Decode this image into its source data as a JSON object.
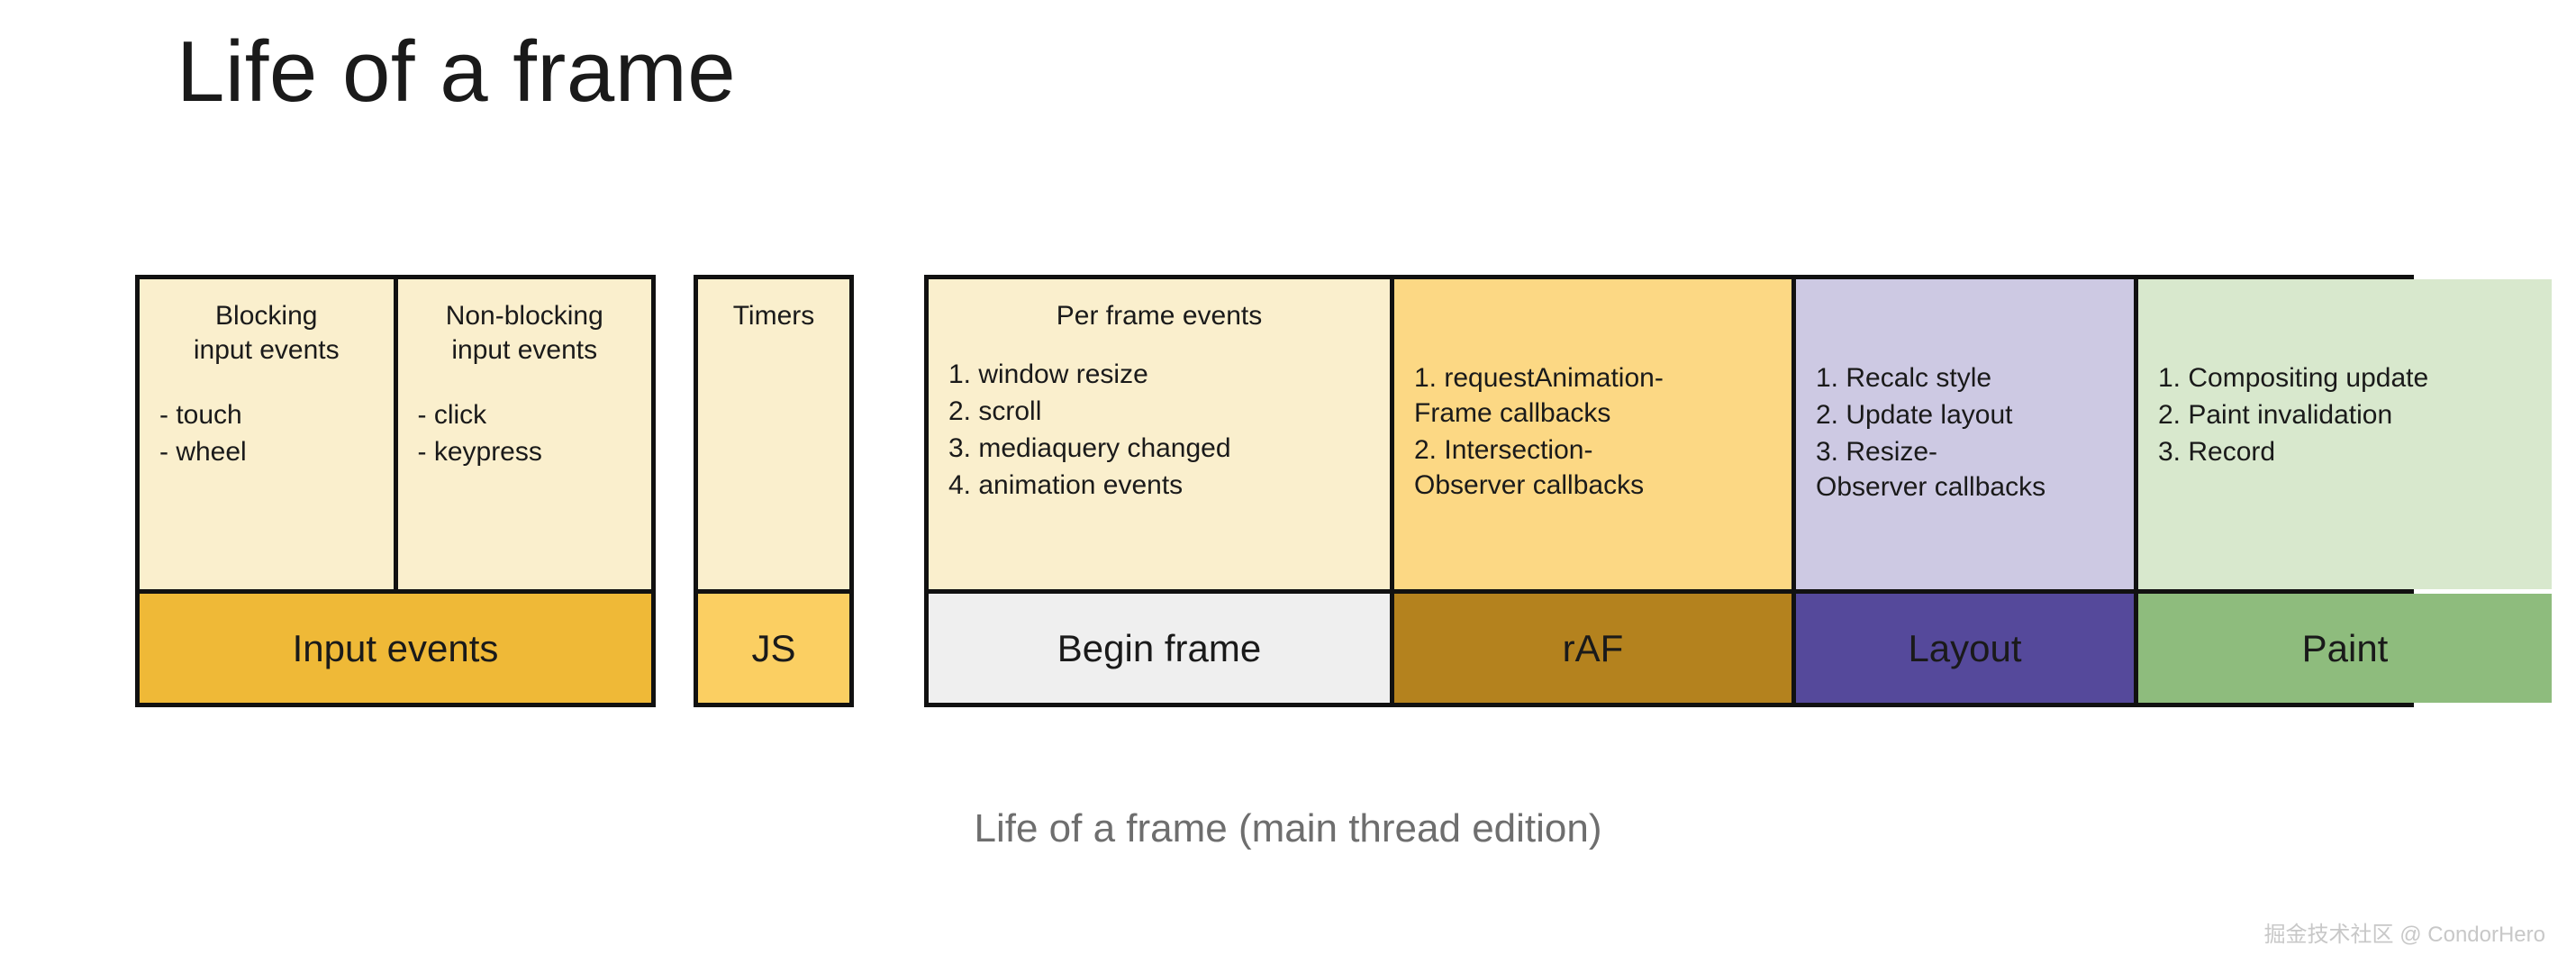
{
  "title": "Life of a frame",
  "caption": "Life of a frame (main thread edition)",
  "watermark": "掘金技术社区 @ CondorHero",
  "colors": {
    "detail_cream": "#faefcd",
    "detail_amber": "#fcd884",
    "detail_lavender": "#cdc9e3",
    "detail_mint": "#d8e8cd",
    "detail_white": "#efefef",
    "stage_input": "#efb937",
    "stage_js": "#fbcf62",
    "stage_begin_frame": "#efefef",
    "stage_raf": "#b4821e",
    "stage_layout": "#55499b",
    "stage_paint": "#8ebc7d",
    "border": "#111111",
    "text": "#1a1a1a",
    "caption_text": "#6e6e6e",
    "watermark_text": "#c8c8c8"
  },
  "groups": [
    {
      "name": "input-events",
      "details": [
        {
          "name": "blocking-input-events",
          "heading": "Blocking\ninput events",
          "fill": "#faefcd",
          "items": [
            "- touch",
            "- wheel"
          ]
        },
        {
          "name": "non-blocking-input-events",
          "heading": "Non-blocking\ninput events",
          "fill": "#faefcd",
          "items": [
            "- click",
            "- keypress"
          ]
        }
      ],
      "stages": [
        {
          "name": "input-events",
          "label": "Input events",
          "fill": "#efb937"
        }
      ]
    },
    {
      "name": "timers",
      "details": [
        {
          "name": "timers",
          "heading": "Timers",
          "fill": "#faefcd",
          "items": []
        }
      ],
      "stages": [
        {
          "name": "js",
          "label": "JS",
          "fill": "#fbcf62"
        }
      ]
    },
    {
      "name": "frame-pipeline",
      "details": [
        {
          "name": "per-frame-events",
          "heading": "Per frame events",
          "fill": "#faefcd",
          "items": [
            "1. window resize",
            "2. scroll",
            "3. mediaquery changed",
            "4. animation events"
          ]
        },
        {
          "name": "raf-callbacks",
          "heading": "",
          "fill": "#fcd884",
          "items": [
            "1. requestAnimation-\nFrame callbacks",
            "2. Intersection-\nObserver callbacks"
          ]
        },
        {
          "name": "layout-steps",
          "heading": "",
          "fill": "#cdc9e3",
          "items": [
            "1. Recalc style",
            "2. Update layout",
            "3. Resize-\nObserver callbacks"
          ]
        },
        {
          "name": "paint-steps",
          "heading": "",
          "fill": "#d8e8cd",
          "items": [
            "1. Compositing update",
            "2. Paint invalidation",
            "3. Record"
          ]
        }
      ],
      "stages": [
        {
          "name": "begin-frame",
          "label": "Begin frame",
          "fill": "#efefef"
        },
        {
          "name": "raf",
          "label": "rAF",
          "fill": "#b4821e"
        },
        {
          "name": "layout",
          "label": "Layout",
          "fill": "#55499b"
        },
        {
          "name": "paint",
          "label": "Paint",
          "fill": "#8ebc7d"
        }
      ]
    }
  ]
}
